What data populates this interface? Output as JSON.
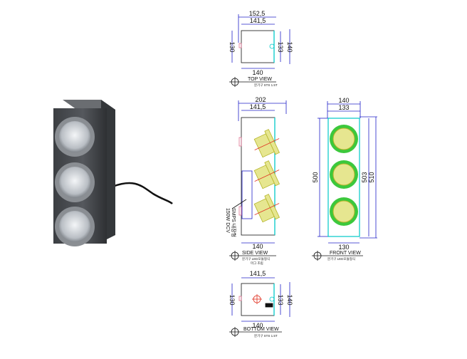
{
  "photo": {
    "subject": "led-light-fixture"
  },
  "top_view": {
    "title": "TOP VIEW",
    "subtitle": "분기구 STS 1.5T",
    "dims": {
      "overall_width": "152,5",
      "body_width": "141,5",
      "bottom_width": "140",
      "left_height": "130",
      "right_height_inner": "133",
      "right_height_outer": "140"
    }
  },
  "side_view": {
    "title": "SIDE VIEW",
    "subtitle": "분기구 LED모듈형식",
    "subtitle2": "마그 조립",
    "note_line1": "SMPS 내장형",
    "note_line2": "150W DCV",
    "dims": {
      "overall_depth": "202",
      "body_depth": "141,5",
      "bottom_depth": "140"
    }
  },
  "front_view": {
    "title": "FRONT VIEW",
    "subtitle": "분기구 LED모듈형식",
    "dims": {
      "outer_width": "140",
      "inner_width": "133",
      "bottom_width": "130",
      "height": "500",
      "height_inner": "503",
      "height_outer": "510"
    }
  },
  "bottom_view": {
    "title": "BOTTOM VIEW",
    "subtitle": "분기구 STS 1.5T",
    "dims": {
      "body_width": "141,5",
      "bottom_width": "140",
      "left_height": "130",
      "right_height_inner": "133",
      "right_height_outer": "140"
    }
  },
  "colors": {
    "dimension": "#2020c8",
    "outline": "#111111",
    "front_panel": "#00c8c8",
    "led_green": "#3cc83c",
    "led_yellow": "#c8c832",
    "housing": "#4a4d52"
  }
}
